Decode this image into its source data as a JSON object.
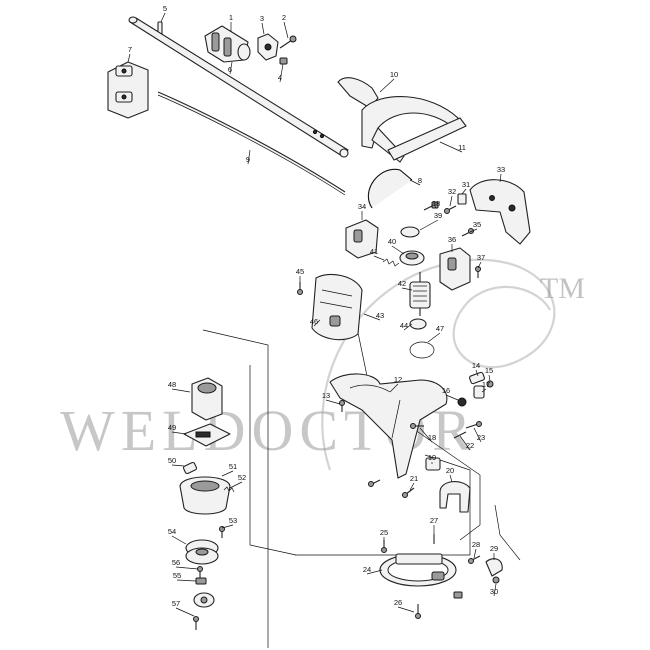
{
  "diagram": {
    "watermark": {
      "brand": "WELDOCTOR",
      "trademark": "TM"
    },
    "callouts": [
      "1",
      "2",
      "3",
      "4",
      "5",
      "6",
      "7",
      "8",
      "9",
      "10",
      "11",
      "12",
      "13",
      "14",
      "15",
      "16",
      "17",
      "18",
      "19",
      "20",
      "21",
      "22",
      "23",
      "24",
      "25",
      "26",
      "27",
      "28",
      "29",
      "30",
      "31",
      "32",
      "33",
      "34",
      "35",
      "36",
      "37",
      "38",
      "39",
      "40",
      "41",
      "42",
      "43",
      "44",
      "45",
      "46",
      "47",
      "48",
      "49",
      "50",
      "51",
      "52",
      "53",
      "54",
      "55",
      "56",
      "57"
    ]
  }
}
